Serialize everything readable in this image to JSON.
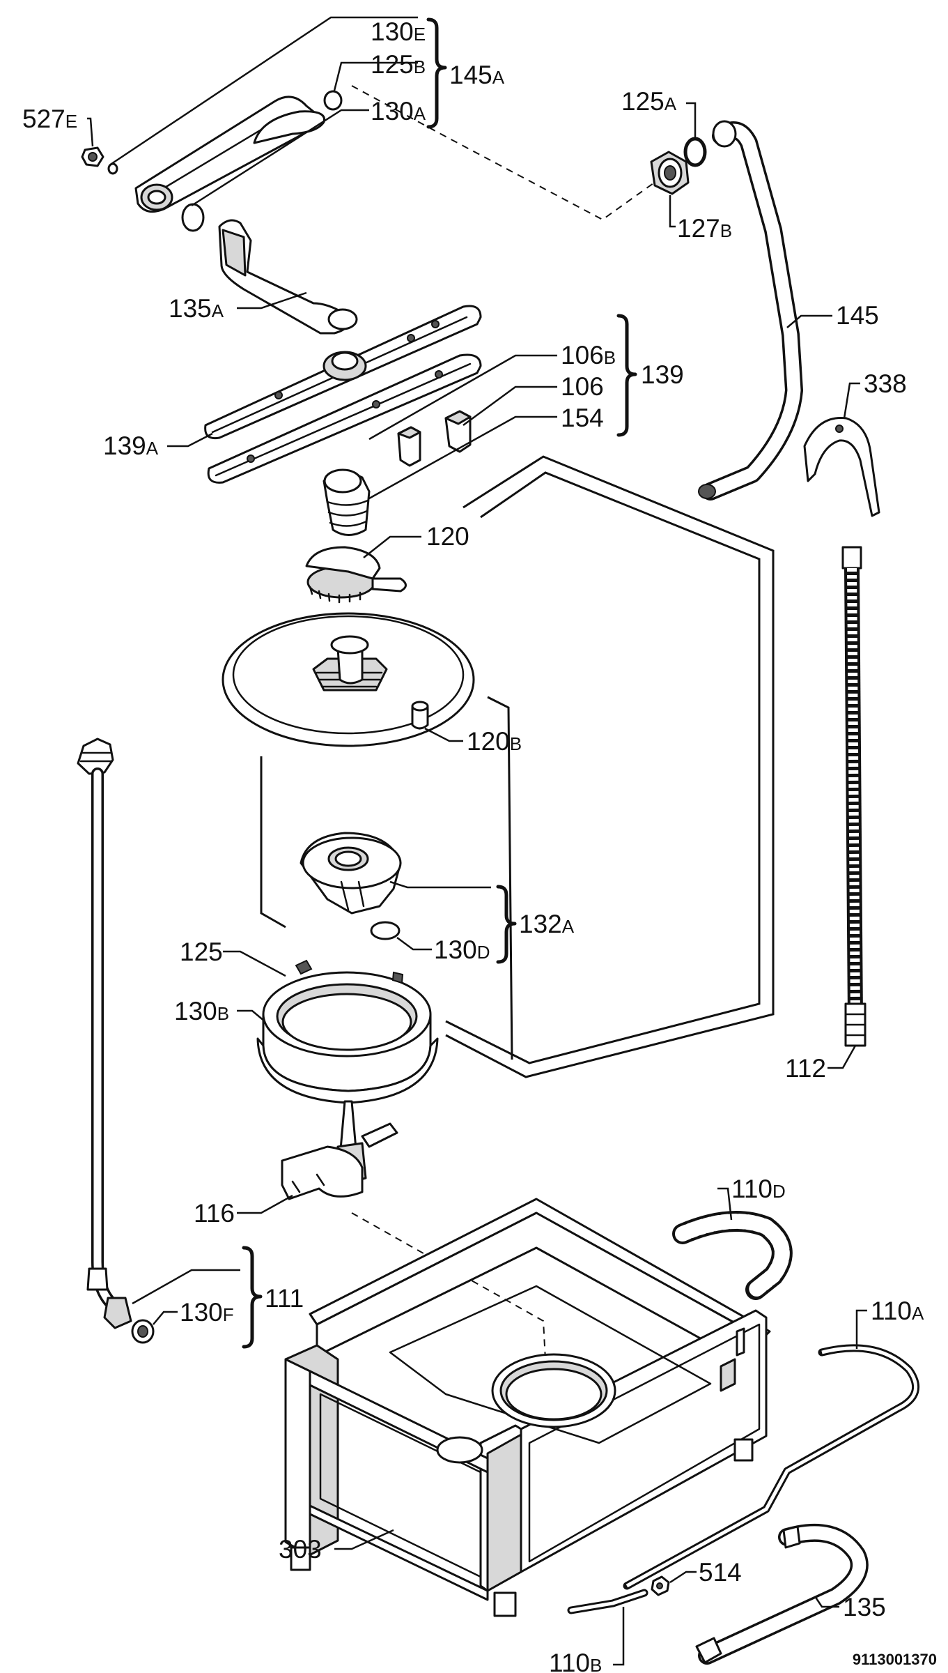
{
  "diagram_code": "9113001370",
  "labels": {
    "p130e": {
      "num": "130",
      "suf": "E"
    },
    "p125b": {
      "num": "125",
      "suf": "B"
    },
    "p130a": {
      "num": "130",
      "suf": "A"
    },
    "p145a": {
      "num": "145",
      "suf": "A"
    },
    "p527e": {
      "num": "527",
      "suf": "E"
    },
    "p125a": {
      "num": "125",
      "suf": "A"
    },
    "p127b": {
      "num": "127",
      "suf": "B"
    },
    "p135a": {
      "num": "135",
      "suf": "A"
    },
    "p145": {
      "num": "145",
      "suf": ""
    },
    "p106b": {
      "num": "106",
      "suf": "B"
    },
    "p106": {
      "num": "106",
      "suf": ""
    },
    "p154": {
      "num": "154",
      "suf": ""
    },
    "p139": {
      "num": "139",
      "suf": ""
    },
    "p338": {
      "num": "338",
      "suf": ""
    },
    "p139a": {
      "num": "139",
      "suf": "A"
    },
    "p120": {
      "num": "120",
      "suf": ""
    },
    "p120b": {
      "num": "120",
      "suf": "B"
    },
    "p132a": {
      "num": "132",
      "suf": "A"
    },
    "p130d": {
      "num": "130",
      "suf": "D"
    },
    "p125": {
      "num": "125",
      "suf": ""
    },
    "p130b": {
      "num": "130",
      "suf": "B"
    },
    "p112": {
      "num": "112",
      "suf": ""
    },
    "p116": {
      "num": "116",
      "suf": ""
    },
    "p110d": {
      "num": "110",
      "suf": "D"
    },
    "p111": {
      "num": "111",
      "suf": ""
    },
    "p130f": {
      "num": "130",
      "suf": "F"
    },
    "p110a": {
      "num": "110",
      "suf": "A"
    },
    "p303": {
      "num": "303",
      "suf": ""
    },
    "p514": {
      "num": "514",
      "suf": ""
    },
    "p135": {
      "num": "135",
      "suf": ""
    },
    "p110b": {
      "num": "110",
      "suf": "B"
    }
  }
}
